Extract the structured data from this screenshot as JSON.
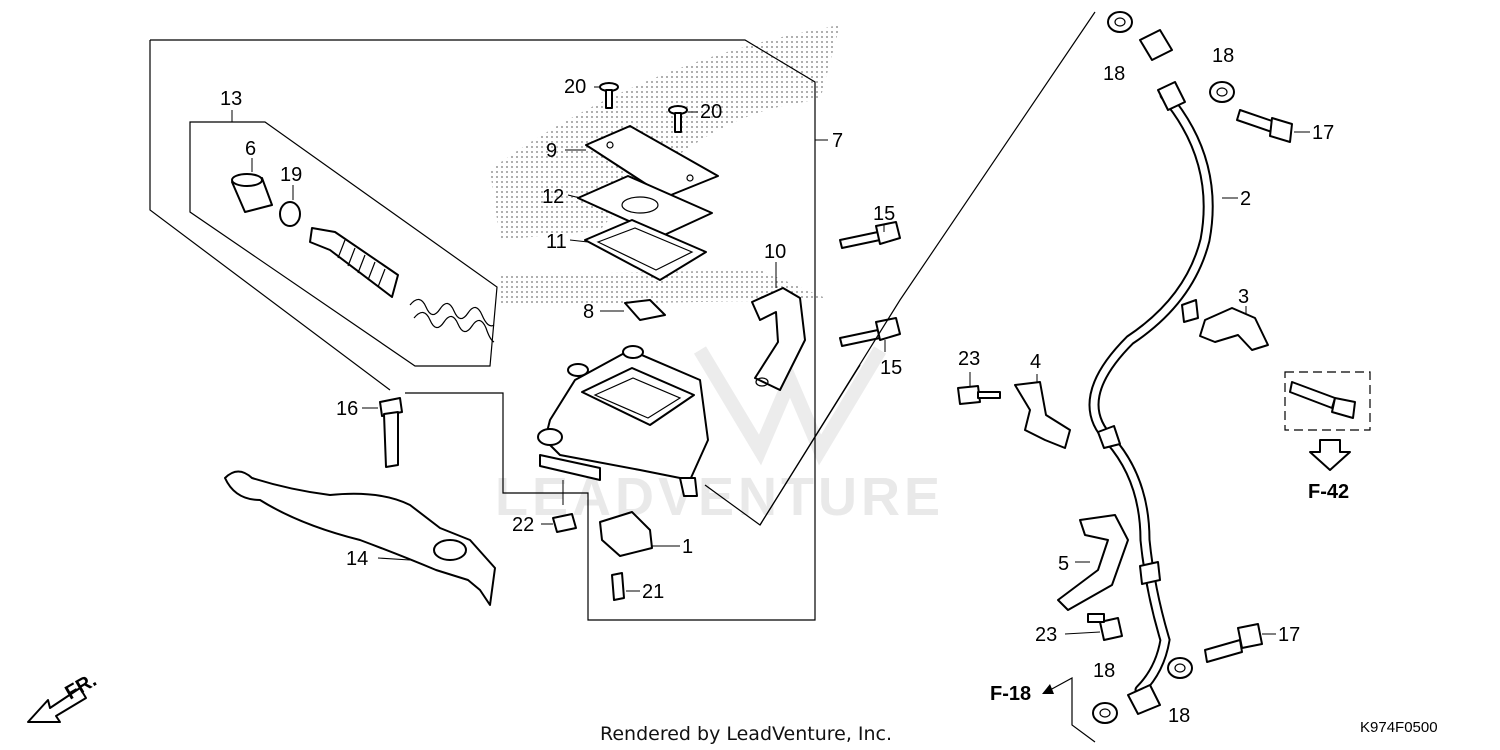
{
  "diagram": {
    "callouts": {
      "c1": "1",
      "c2": "2",
      "c3": "3",
      "c4": "4",
      "c5": "5",
      "c6": "6",
      "c7": "7",
      "c8": "8",
      "c9": "9",
      "c10": "10",
      "c11": "11",
      "c12": "12",
      "c13": "13",
      "c14": "14",
      "c15a": "15",
      "c15b": "15",
      "c16": "16",
      "c17a": "17",
      "c17b": "17",
      "c18a": "18",
      "c18b": "18",
      "c18c": "18",
      "c18d": "18",
      "c19": "19",
      "c20a": "20",
      "c20b": "20",
      "c21": "21",
      "c22": "22",
      "c23a": "23",
      "c23b": "23"
    },
    "refs": {
      "f42": "F-42",
      "f18": "F-18"
    },
    "direction_label": "FR.",
    "watermark": "LEADVENTURE",
    "footer": "Rendered by LeadVenture, Inc.",
    "part_code": "K974F0500"
  }
}
